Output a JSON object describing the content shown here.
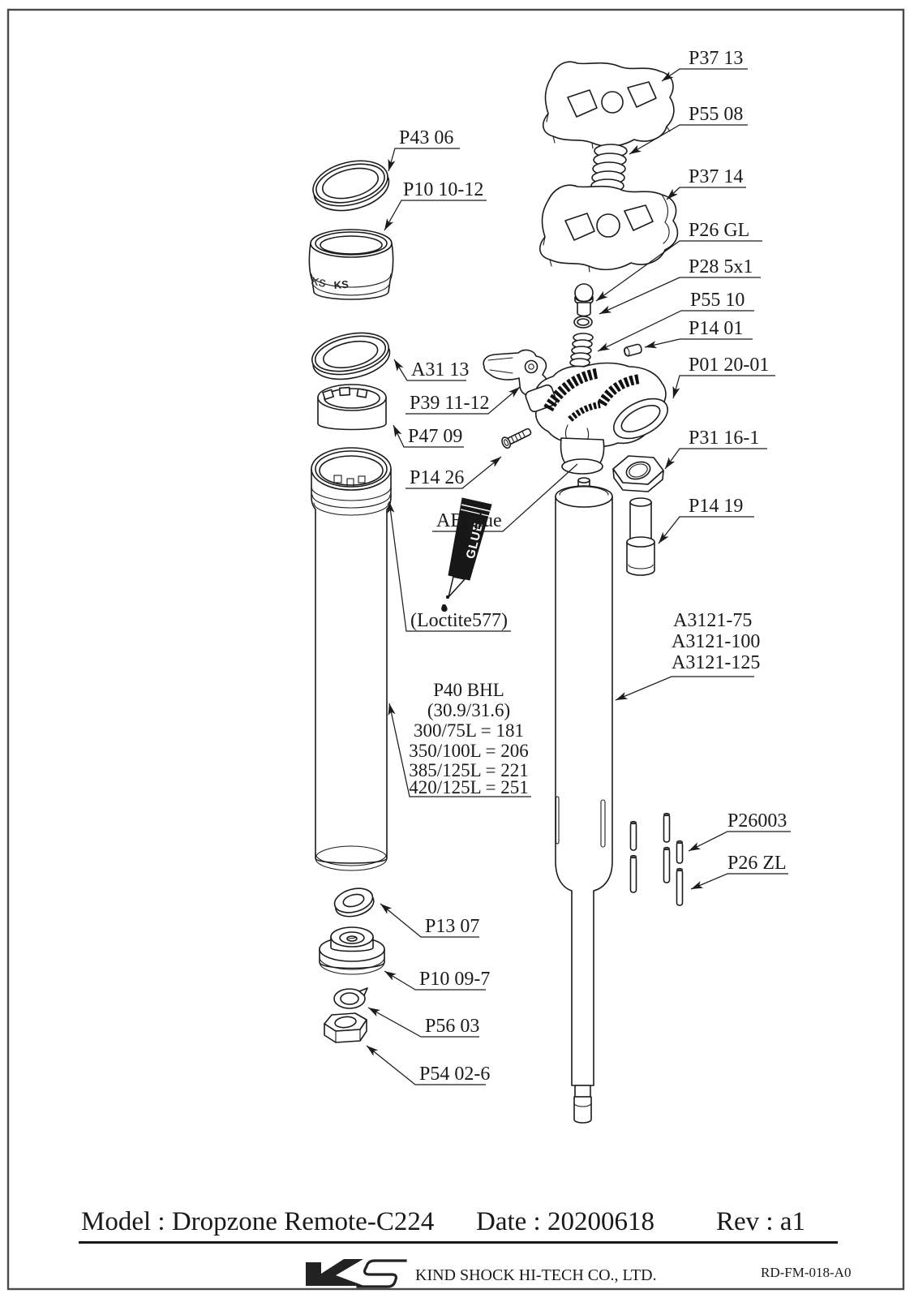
{
  "labels": {
    "p43_06": "P43 06",
    "p10_10_12": "P10 10-12",
    "p37_13": "P37 13",
    "p55_08": "P55 08",
    "p37_14": "P37 14",
    "p26_gl": "P26 GL",
    "p28_5x1": "P28 5x1",
    "p55_10": "P55 10",
    "p14_01": "P14 01",
    "p01_20_01": "P01 20-01",
    "p31_16_1": "P31 16-1",
    "p14_19": "P14 19",
    "a31_13": "A31 13",
    "p39_11_12": "P39 11-12",
    "p47_09": "P47 09",
    "p14_26": "P14 26",
    "ab_glue": "AB glue",
    "loctite": "(Loctite577)",
    "a3121_75": "A3121-75",
    "a3121_100": "A3121-100",
    "a3121_125": "A3121-125",
    "p26003": "P26003",
    "p26_zl": "P26 ZL",
    "p13_07": "P13 07",
    "p10_09_7": "P10 09-7",
    "p56_03": "P56 03",
    "p54_02_6": "P54 02-6"
  },
  "spec_block": {
    "line1": "P40 BHL",
    "line2": "(30.9/31.6)",
    "line3": "300/75L = 181",
    "line4": "350/100L = 206",
    "line5": "385/125L = 221",
    "line6": "420/125L = 251"
  },
  "glue": {
    "label": "GLUE"
  },
  "collar_logo": "KS",
  "footer": {
    "model": "Model : Dropzone Remote-C224",
    "date": "Date : 20200618",
    "rev": "Rev : a1",
    "company": "KIND SHOCK HI-TECH CO., LTD.",
    "doc_number": "RD-FM-018-A0"
  },
  "colors": {
    "line": "#1b1b1b",
    "border": "#4a4a4a"
  }
}
